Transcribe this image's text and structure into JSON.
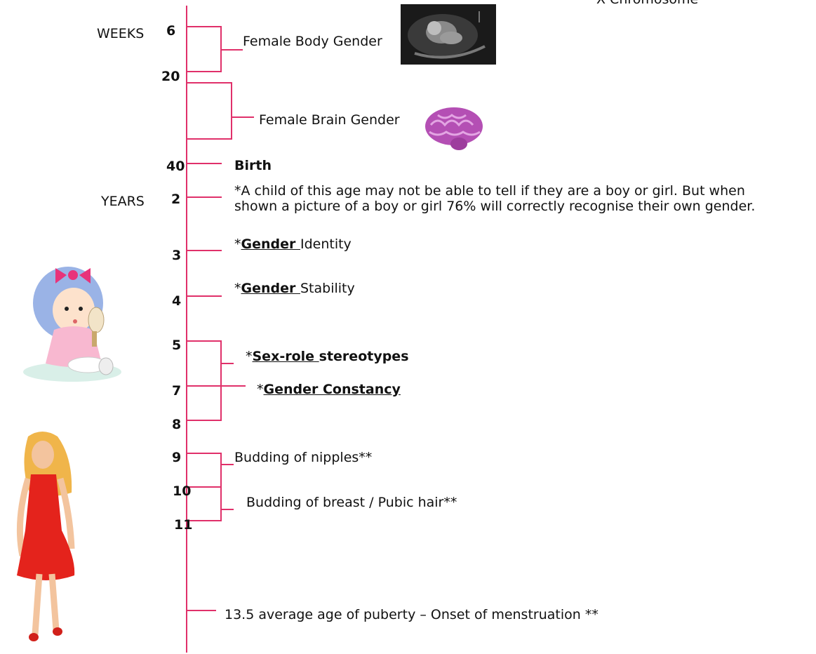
{
  "colors": {
    "timeline": "#e0306a",
    "text": "#111111"
  },
  "top_caption": "X Chromosome",
  "units": {
    "weeks": "WEEKS",
    "years": "YEARS"
  },
  "ticks": [
    "6",
    "20",
    "40",
    "2",
    "3",
    "4",
    "5",
    "7",
    "8",
    "9",
    "10",
    "11"
  ],
  "events": {
    "body_gender": "Female Body Gender",
    "brain_gender": "Female Brain Gender",
    "birth": "Birth",
    "age2_line1": "*A child of this age may not be able to tell if they are a boy or girl. But when",
    "age2_line2": "shown a picture of a boy or girl 76% will correctly recognise their own gender.",
    "identity_prefix": "*",
    "identity_key": "Gender ",
    "identity_rest": "Identity",
    "stability_prefix": "*",
    "stability_key": "Gender ",
    "stability_rest": "Stability",
    "stereo_prefix": "*",
    "stereo_key": "Sex-role ",
    "stereo_rest": "stereotypes",
    "constancy_prefix": "*",
    "constancy_key": "Gender Constancy",
    "nipples": "Budding of nipples**",
    "breast": "Budding of breast / Pubic hair**",
    "puberty": "13.5 average age of puberty – Onset of menstruation **"
  },
  "images": [
    "ultrasound-image",
    "brain-icon",
    "toddler-girl-illustration",
    "woman-red-dress-illustration"
  ]
}
